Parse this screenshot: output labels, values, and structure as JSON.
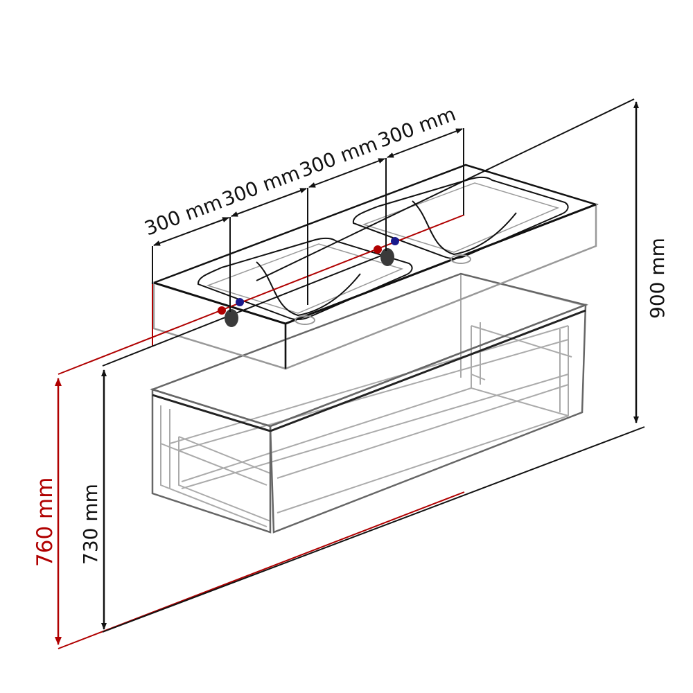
{
  "dimensions": {
    "spacing": [
      "300 mm",
      "300 mm",
      "300 mm",
      "300 mm"
    ],
    "total_height": "900 mm",
    "drain_height": "730 mm",
    "supply_height": "760 mm"
  },
  "colors": {
    "line": "#111111",
    "ghost": "#aaaaaa",
    "red": "#b00000",
    "blue": "#1a1a8c",
    "drain": "#3a3a3a"
  }
}
